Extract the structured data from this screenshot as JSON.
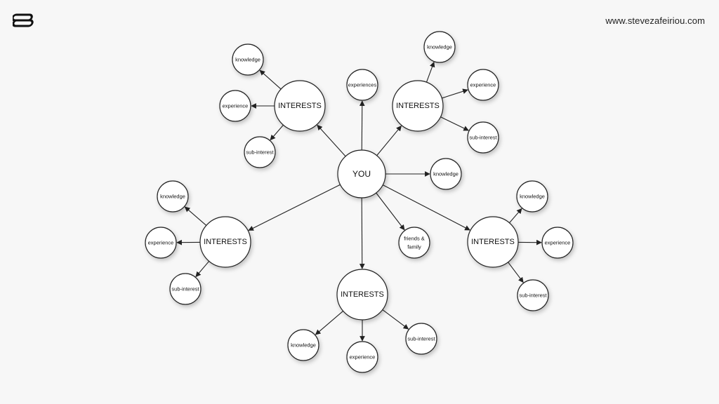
{
  "header": {
    "site_url": "www.stevezafeiriou.com",
    "logo_icon": "logo-icon"
  },
  "diagram": {
    "nodes": [
      {
        "id": "you",
        "label": "YOU"
      },
      {
        "id": "int_tl",
        "label": "INTERESTS"
      },
      {
        "id": "int_tr",
        "label": "INTERESTS"
      },
      {
        "id": "int_l",
        "label": "INTERESTS"
      },
      {
        "id": "int_r",
        "label": "INTERESTS"
      },
      {
        "id": "int_b",
        "label": "INTERESTS"
      },
      {
        "id": "experiences",
        "label": "experiences"
      },
      {
        "id": "knowledge_c",
        "label": "knowledge"
      },
      {
        "id": "friends",
        "label": "friends &\nfamily"
      },
      {
        "id": "tl_know",
        "label": "knowledge"
      },
      {
        "id": "tl_exp",
        "label": "experience"
      },
      {
        "id": "tl_sub",
        "label": "sub-interest"
      },
      {
        "id": "tr_know",
        "label": "knowledge"
      },
      {
        "id": "tr_exp",
        "label": "experience"
      },
      {
        "id": "tr_sub",
        "label": "sub-interest"
      },
      {
        "id": "l_know",
        "label": "knowledge"
      },
      {
        "id": "l_exp",
        "label": "experience"
      },
      {
        "id": "l_sub",
        "label": "sub-interest"
      },
      {
        "id": "r_know",
        "label": "knowledge"
      },
      {
        "id": "r_exp",
        "label": "experience"
      },
      {
        "id": "r_sub",
        "label": "sub-interest"
      },
      {
        "id": "b_know",
        "label": "knowledge"
      },
      {
        "id": "b_exp",
        "label": "experience"
      },
      {
        "id": "b_sub",
        "label": "sub-interest"
      }
    ],
    "edges": [
      [
        "you",
        "int_tl"
      ],
      [
        "you",
        "int_tr"
      ],
      [
        "you",
        "int_l"
      ],
      [
        "you",
        "int_r"
      ],
      [
        "you",
        "int_b"
      ],
      [
        "you",
        "experiences"
      ],
      [
        "you",
        "knowledge_c"
      ],
      [
        "you",
        "friends"
      ],
      [
        "int_tl",
        "tl_know"
      ],
      [
        "int_tl",
        "tl_exp"
      ],
      [
        "int_tl",
        "tl_sub"
      ],
      [
        "int_tr",
        "tr_know"
      ],
      [
        "int_tr",
        "tr_exp"
      ],
      [
        "int_tr",
        "tr_sub"
      ],
      [
        "int_l",
        "l_know"
      ],
      [
        "int_l",
        "l_exp"
      ],
      [
        "int_l",
        "l_sub"
      ],
      [
        "int_r",
        "r_know"
      ],
      [
        "int_r",
        "r_exp"
      ],
      [
        "int_r",
        "r_sub"
      ],
      [
        "int_b",
        "b_know"
      ],
      [
        "int_b",
        "b_exp"
      ],
      [
        "int_b",
        "b_sub"
      ]
    ]
  }
}
